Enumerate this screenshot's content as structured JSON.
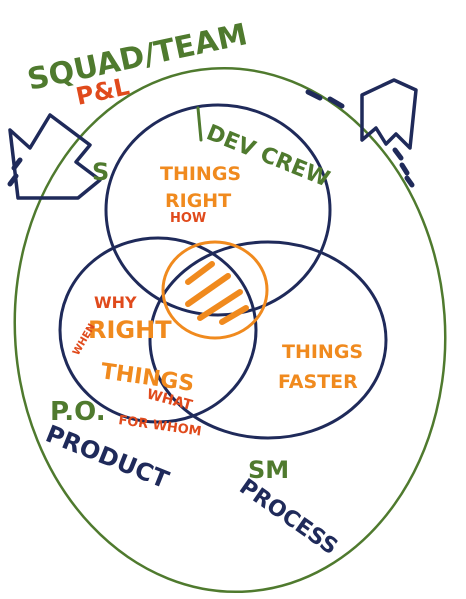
{
  "labels": {
    "squad_team": "SQUAD/TEAM",
    "pl": "P&L",
    "s": "S",
    "dev_crew": "DEV CREW",
    "things_right_1": "THINGS",
    "things_right_2": "RIGHT",
    "how": "HOW",
    "why": "WHY",
    "right": "RIGHT",
    "when": "WHEN",
    "things": "THINGS",
    "what": "WHAT",
    "for_whom": "FOR WHOM",
    "things_faster_1": "THINGS",
    "things_faster_2": "FASTER",
    "po": "P.O.",
    "product": "PRODUCT",
    "sm": "SM",
    "process": "PROCESS"
  },
  "colors": {
    "green": "#4f7a2e",
    "navy": "#1f2a5a",
    "orange": "#f08a1e",
    "red": "#e04a1c"
  },
  "icons": {
    "left_arrow": "arrow-down-left-icon",
    "right_arrow": "arrow-up-right-icon"
  }
}
